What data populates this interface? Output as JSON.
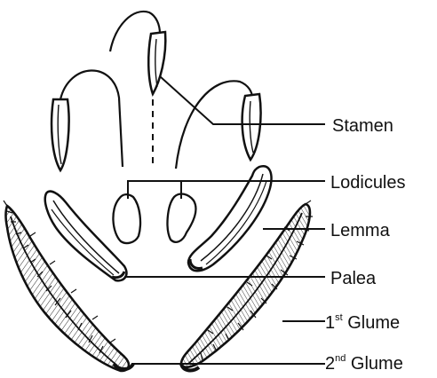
{
  "diagram": {
    "labels": {
      "stamen": "Stamen",
      "lodicules": "Lodicules",
      "lemma": "Lemma",
      "palea": "Palea",
      "first_glume": {
        "prefix": "1",
        "sup": "st",
        "word": " Glume"
      },
      "second_glume": {
        "prefix": "2",
        "sup": "nd",
        "word": " Glume"
      }
    },
    "colors": {
      "ink": "#111111",
      "background": "#ffffff"
    }
  }
}
